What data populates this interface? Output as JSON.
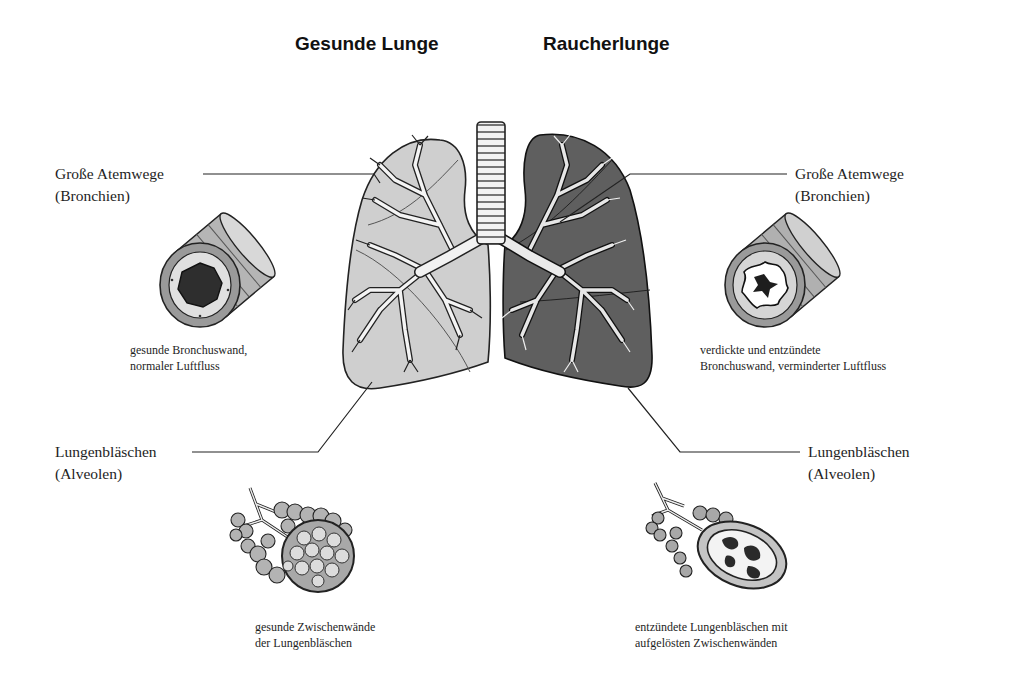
{
  "diagram": {
    "labels": [
      "Gesunde Lunge",
      "Raucherlunge",
      "Große Atemwege (Bronchien)",
      "Große Atemwege (Bronchien)",
      "gesunde Bronchuswand, normaler Luftfluss",
      "verdickte und entzündete Bronchuswand, verminderter Luftfluss",
      "Lungenbläschen (Alveolen)",
      "Lungenbläschen (Alveolen)",
      "gesunde Zwischenwände der Lungenbläschen",
      "entzündete Lungenbläschen mit aufgelösten Zwischenwänden"
    ]
  }
}
